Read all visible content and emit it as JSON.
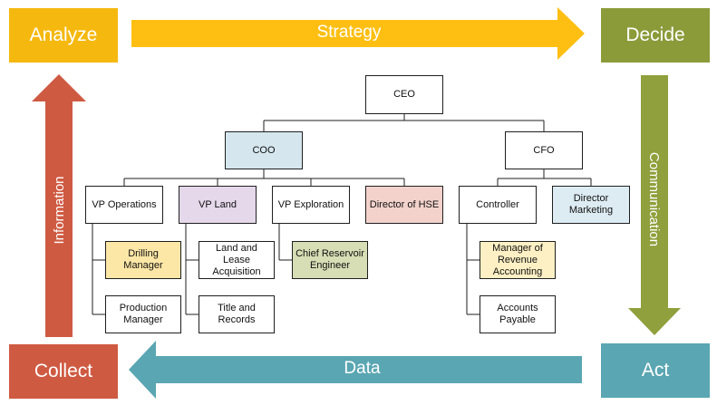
{
  "colors": {
    "analyze": "#f5b80f",
    "strategy": "#ffbf12",
    "decide": "#8b9b3a",
    "communication": "#8fa03c",
    "act": "#5aa6b2",
    "data": "#5aa6b2",
    "collect": "#cf5a42",
    "information": "#cf5a42",
    "coo_fill": "#d5e6ee",
    "vp_land_fill": "#e4d8ea",
    "hse_fill": "#f4d2cc",
    "drilling_fill": "#fde7a6",
    "reservoir_fill": "#d7ddb4",
    "revenue_fill": "#fdf0c4",
    "marketing_fill": "#ddebf2",
    "line": "#1f1f1f"
  },
  "cycle": {
    "analyze": "Analyze",
    "decide": "Decide",
    "act": "Act",
    "collect": "Collect",
    "strategy": "Strategy",
    "communication": "Communication",
    "data": "Data",
    "information": "Information"
  },
  "org": {
    "ceo": "CEO",
    "coo": "COO",
    "cfo": "CFO",
    "vp_operations": "VP Operations",
    "vp_land": "VP Land",
    "vp_exploration": "VP Exploration",
    "director_hse": "Director of HSE",
    "controller": "Controller",
    "director_marketing": "Director Marketing",
    "drilling_manager": "Drilling Manager",
    "production_manager": "Production Manager",
    "land_lease": "Land and Lease Acquisition",
    "title_records": "Title and Records",
    "chief_reservoir": "Chief Reservoir Engineer",
    "manager_revenue": "Manager of Revenue Accounting",
    "accounts_payable": "Accounts Payable"
  }
}
